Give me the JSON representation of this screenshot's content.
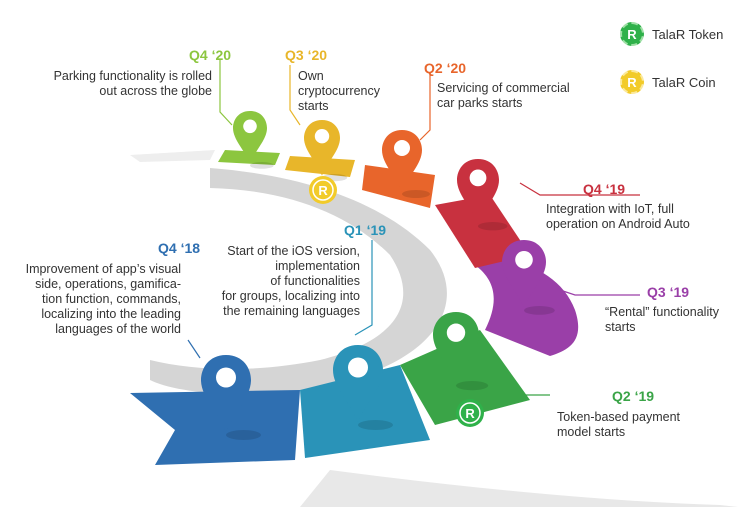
{
  "legend": {
    "token": {
      "label": "TalaR Token",
      "color": "#2fb14a"
    },
    "coin": {
      "label": "TalaR Coin",
      "color": "#f2cb2a"
    }
  },
  "coin_glyph": "R",
  "milestones": [
    {
      "quarter": "Q4 ‘18",
      "color": "#2f6fb1",
      "text": [
        "Improvement of app’s visual",
        "side, operations, gamifica-",
        "tion function, commands,",
        "localizing into the leading",
        "languages of the world"
      ]
    },
    {
      "quarter": "Q1 ‘19",
      "color": "#2a93b8",
      "text": [
        "Start of the iOS version,",
        "implementation",
        "of functionalities",
        "for groups, localizing into",
        "the remaining languages"
      ]
    },
    {
      "quarter": "Q2 ‘19",
      "color": "#3aa447",
      "text": [
        "Token-based payment",
        "model starts"
      ]
    },
    {
      "quarter": "Q3 ‘19",
      "color": "#9a3fa8",
      "text": [
        "“Rental” functionality",
        "starts"
      ]
    },
    {
      "quarter": "Q4 ‘19",
      "color": "#c8313f",
      "text": [
        "Integration with IoT, full",
        "operation on Android Auto"
      ]
    },
    {
      "quarter": "Q2 ‘20",
      "color": "#e8652b",
      "text": [
        "Servicing of commercial",
        "car parks starts"
      ]
    },
    {
      "quarter": "Q3 ‘20",
      "color": "#e8b62a",
      "text": [
        "Own",
        "cryptocurrency",
        "starts"
      ]
    },
    {
      "quarter": "Q4 ‘20",
      "color": "#8cc63f",
      "text": [
        "Parking functionality is rolled",
        "out across the globe"
      ]
    }
  ]
}
